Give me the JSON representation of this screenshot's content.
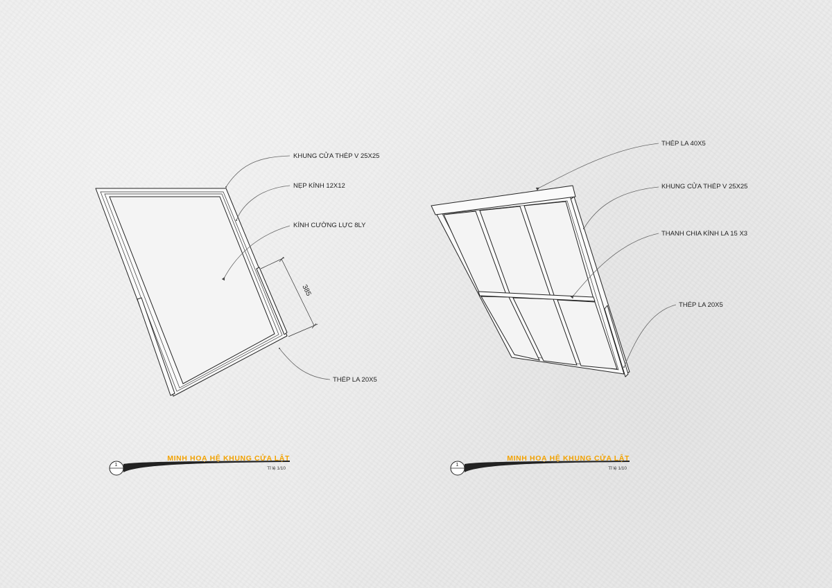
{
  "left_view": {
    "labels": {
      "frame": "KHUNG CỬA THÉP V 25X25",
      "bead": "NẸP KÍNH 12X12",
      "glass": "KÍNH CƯỜNG LỰC 8LY",
      "flat_bar": "THÉP LA 20X5"
    },
    "dimension": "385",
    "title": "MINH HOẠ HỆ KHUNG CỬA LẬT",
    "scale": "Tỉ lệ 1/10",
    "number": "1"
  },
  "right_view": {
    "labels": {
      "top_bar": "THÉP LA 40X5",
      "frame": "KHUNG CỬA THÉP V 25X25",
      "divider": "THANH CHIA KÍNH LA 15 X3",
      "flat_bar": "THÉP LA 20X5"
    },
    "title": "MINH HOẠ HỆ KHUNG CỬA LẬT",
    "scale": "Tỉ lệ 1/10",
    "number": "1"
  },
  "colors": {
    "title": "#f2a200",
    "line": "#222222",
    "paper": "#ececec"
  }
}
